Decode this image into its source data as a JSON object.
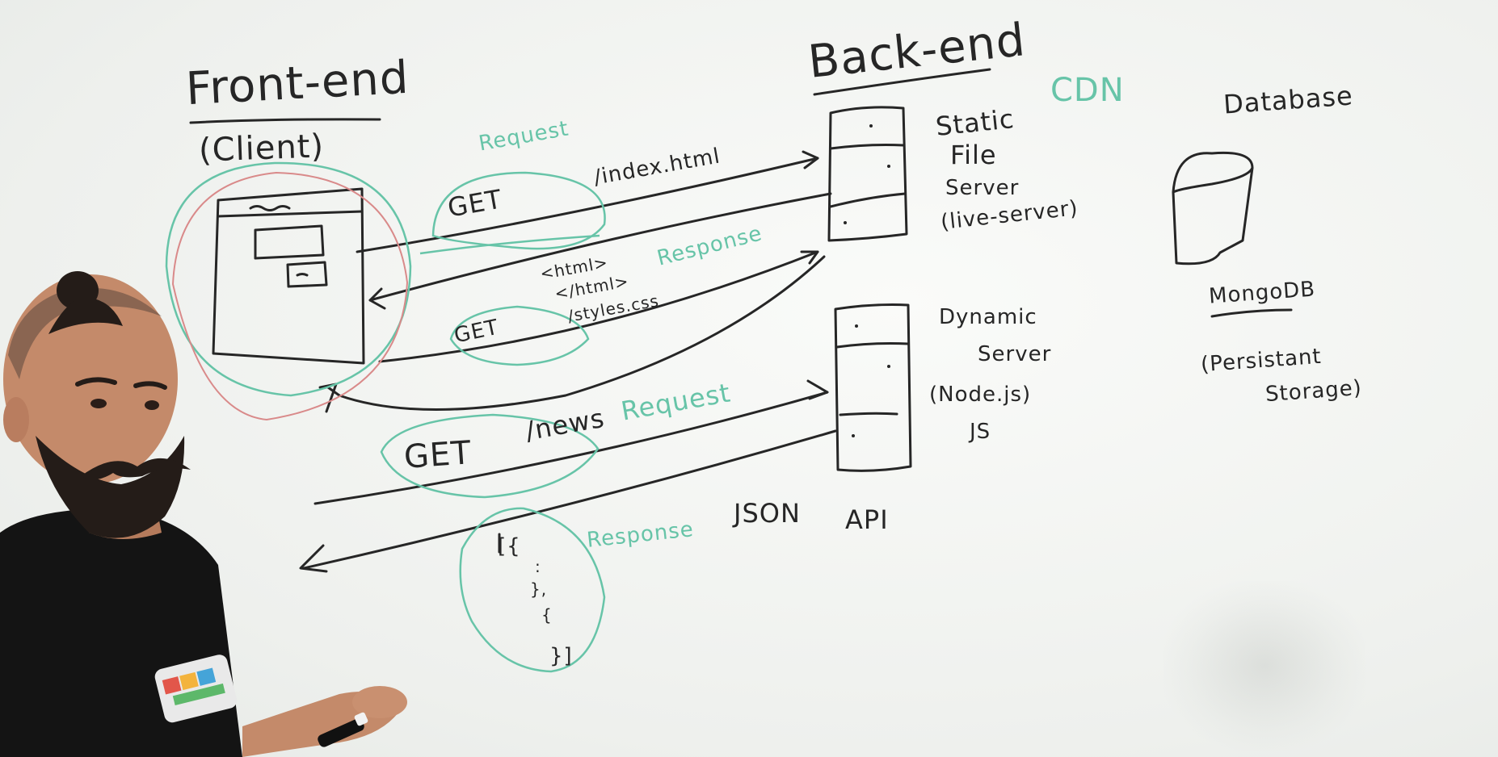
{
  "board": {
    "frontend_title": "Front-end",
    "client_label": "(Client)",
    "backend_title": "Back-end",
    "cdn_label": "CDN",
    "database_title": "Database",
    "request_1": "Request",
    "get_1": "GET",
    "index_path": "/index.html",
    "response_1": "Response",
    "html_open": "<html>",
    "html_close": "</html>",
    "get_2": "GET",
    "styles_path": "/styles.css",
    "static_server_label_1": "Static",
    "static_server_label_2": "File",
    "static_server_label_3": "Server",
    "static_server_label_4": "(live-server)",
    "dynamic_server_label_1": "Dynamic",
    "dynamic_server_label_2": "Server",
    "dynamic_server_label_3": "(Node.js)",
    "dynamic_server_label_4": "JS",
    "get_3": "GET",
    "news_path": "/news",
    "request_2": "Request",
    "response_2": "Response",
    "json_label": "JSON",
    "api_label": "API",
    "json_open": "[{",
    "json_dots": ":",
    "json_mid_1": "},",
    "json_mid_2": "{",
    "json_close": "}]",
    "db_name": "MongoDB",
    "persistent_1": "(Persistant",
    "persistent_2": "Storage)"
  },
  "colors": {
    "ink_black": "#262626",
    "ink_teal": "#67c4a8",
    "ink_red": "#d98a8a",
    "board": "#f1f3f0",
    "shirt": "#141414",
    "skin": "#c48a6a",
    "hair": "#241c18"
  }
}
